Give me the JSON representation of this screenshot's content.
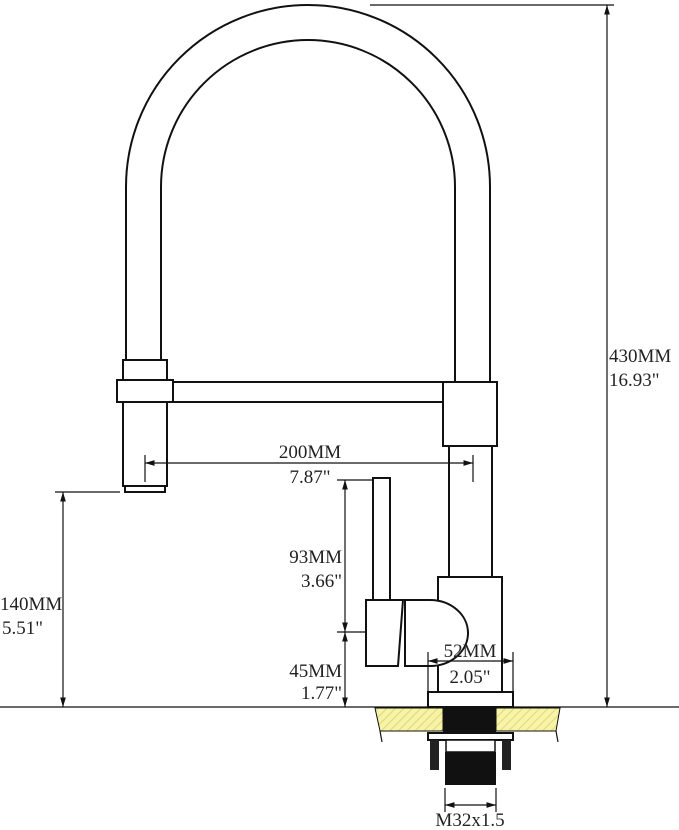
{
  "colors": {
    "line": "#111111",
    "countertop_fill": "#f7f3a8",
    "hatch": "#d8d060"
  },
  "dimensions": {
    "total_height": {
      "mm": "430MM",
      "inch": "16.93\""
    },
    "spout_reach": {
      "mm": "200MM",
      "inch": "7.87\""
    },
    "spout_clearance": {
      "mm": "140MM",
      "inch": "5.51\""
    },
    "handle_height": {
      "mm": "93MM",
      "inch": "3.66\""
    },
    "base_height": {
      "mm": "45MM",
      "inch": "1.77\""
    },
    "base_diameter": {
      "mm": "52MM",
      "inch": "2.05\""
    },
    "thread": "M32x1.5"
  }
}
